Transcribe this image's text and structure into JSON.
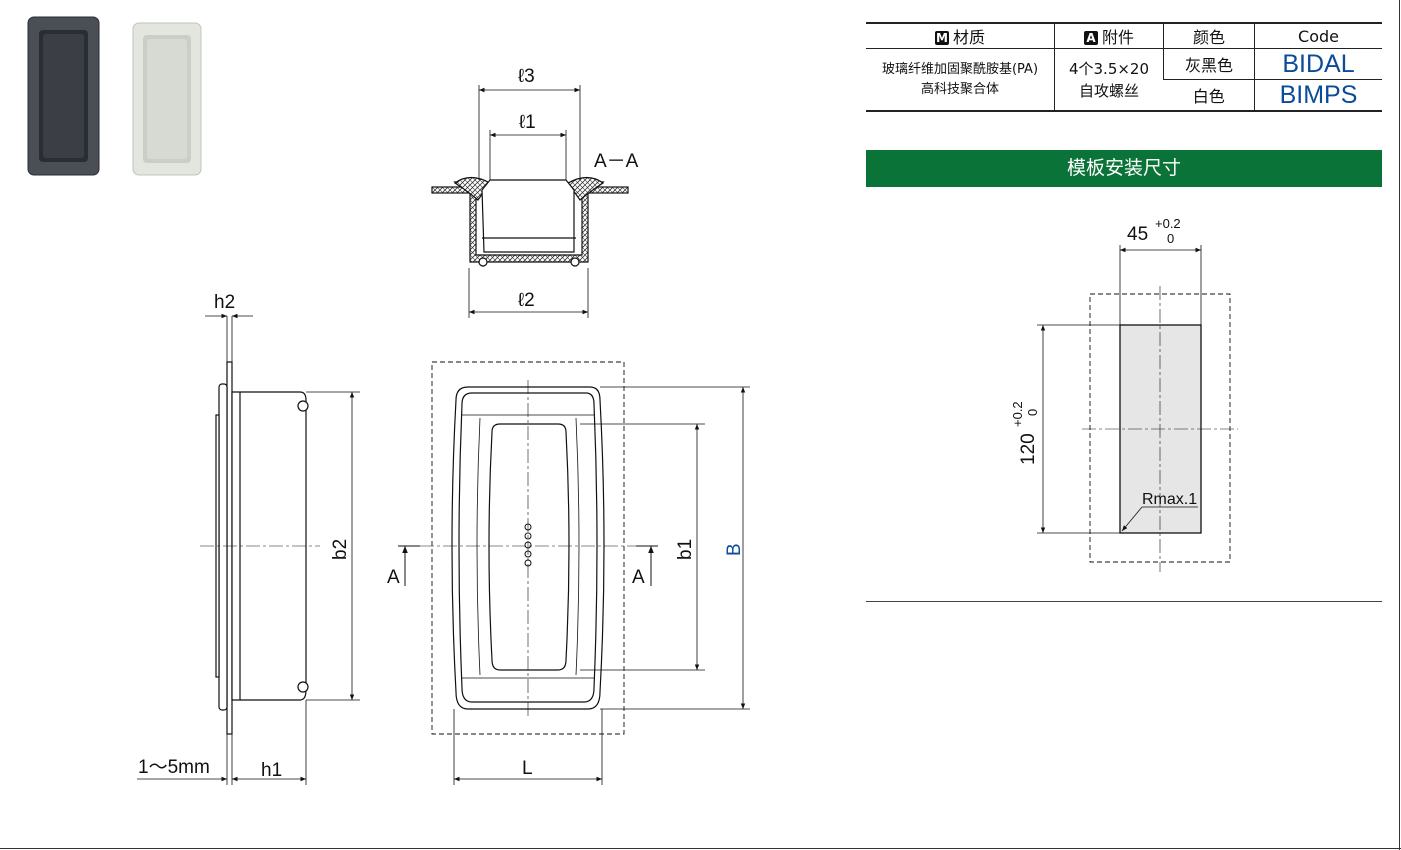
{
  "table": {
    "headers": {
      "material_icon": "M",
      "material": "材质",
      "attachment_icon": "A",
      "attachment": "附件",
      "color": "颜色",
      "code": "Code"
    },
    "material_line1": "玻璃纤维加固聚酰胺基(PA)",
    "material_line2": "高科技聚合体",
    "attachment_line1": "4个3.5×20",
    "attachment_line2": "自攻螺丝",
    "rows": [
      {
        "color": "灰黑色",
        "code": "BIDAL"
      },
      {
        "color": "白色",
        "code": "BIMPS"
      }
    ]
  },
  "panel_title": "模板安装尺寸",
  "drawing": {
    "section_label": "A－A",
    "l3": "ℓ3",
    "l1": "ℓ1",
    "l2": "ℓ2",
    "h2": "h2",
    "h1": "h1",
    "b2": "b2",
    "b1": "b1",
    "B": "B",
    "L": "L",
    "A_left": "A",
    "A_right": "A",
    "thickness": "1～5mm"
  },
  "cutout": {
    "width": "45",
    "width_tol_upper": "+0.2",
    "width_tol_lower": "0",
    "height": "120",
    "height_tol_upper": "+0.2",
    "height_tol_lower": "0",
    "radius": "Rmax.1"
  },
  "colors": {
    "green": "#0a7338",
    "code_blue": "#0b4c9a",
    "dark_product": "#4a4e55",
    "light_product": "#dfe3dc"
  }
}
